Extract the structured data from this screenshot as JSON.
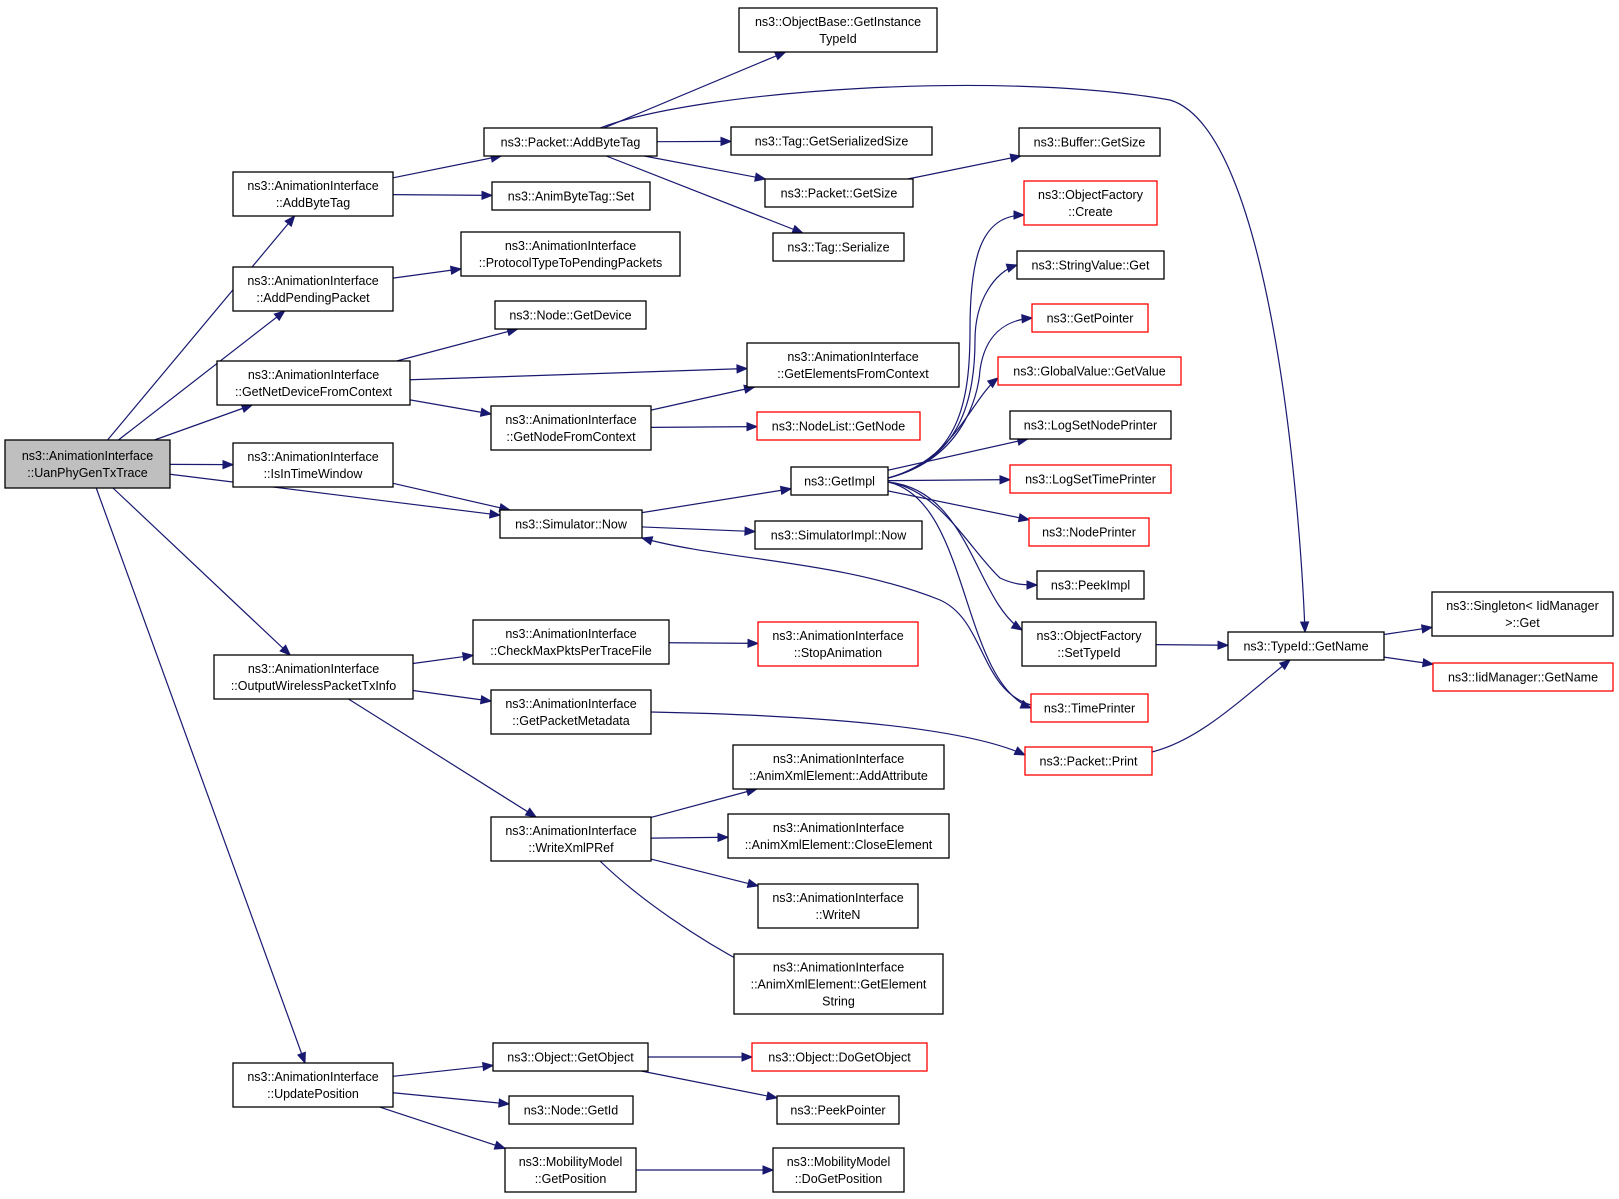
{
  "colors": {
    "edge": "#191970",
    "root_fill": "#bfbfbf",
    "border_black": "#000000",
    "border_red": "#ff0000"
  },
  "nodes": {
    "root": [
      "ns3::AnimationInterface",
      "::UanPhyGenTxTrace"
    ],
    "add_byte_tag_ai": [
      "ns3::AnimationInterface",
      "::AddByteTag"
    ],
    "add_pending_packet": [
      "ns3::AnimationInterface",
      "::AddPendingPacket"
    ],
    "get_net_device_from_context": [
      "ns3::AnimationInterface",
      "::GetNetDeviceFromContext"
    ],
    "is_in_time_window": [
      "ns3::AnimationInterface",
      "::IsInTimeWindow"
    ],
    "output_wireless_packet_tx_info": [
      "ns3::AnimationInterface",
      "::OutputWirelessPacketTxInfo"
    ],
    "update_position": [
      "ns3::AnimationInterface",
      "::UpdatePosition"
    ],
    "packet_add_byte_tag": [
      "ns3::Packet::AddByteTag"
    ],
    "anim_byte_tag_set": [
      "ns3::AnimByteTag::Set"
    ],
    "protocol_type_to_pending_packets": [
      "ns3::AnimationInterface",
      "::ProtocolTypeToPendingPackets"
    ],
    "node_get_device": [
      "ns3::Node::GetDevice"
    ],
    "get_node_from_context": [
      "ns3::AnimationInterface",
      "::GetNodeFromContext"
    ],
    "simulator_now": [
      "ns3::Simulator::Now"
    ],
    "check_max_pkts": [
      "ns3::AnimationInterface",
      "::CheckMaxPktsPerTraceFile"
    ],
    "get_packet_metadata": [
      "ns3::AnimationInterface",
      "::GetPacketMetadata"
    ],
    "write_xml_pref": [
      "ns3::AnimationInterface",
      "::WriteXmlPRef"
    ],
    "object_get_object": [
      "ns3::Object::GetObject"
    ],
    "node_get_id": [
      "ns3::Node::GetId"
    ],
    "mobility_get_position": [
      "ns3::MobilityModel",
      "::GetPosition"
    ],
    "object_base_get_instance_type_id": [
      "ns3::ObjectBase::GetInstance",
      "TypeId"
    ],
    "tag_get_serialized_size": [
      "ns3::Tag::GetSerializedSize"
    ],
    "packet_get_size": [
      "ns3::Packet::GetSize"
    ],
    "tag_serialize": [
      "ns3::Tag::Serialize"
    ],
    "get_elements_from_context": [
      "ns3::AnimationInterface",
      "::GetElementsFromContext"
    ],
    "nodelist_get_node": [
      "ns3::NodeList::GetNode"
    ],
    "get_impl": [
      "ns3::GetImpl"
    ],
    "simulator_impl_now": [
      "ns3::SimulatorImpl::Now"
    ],
    "stop_animation": [
      "ns3::AnimationInterface",
      "::StopAnimation"
    ],
    "add_attribute": [
      "ns3::AnimationInterface",
      "::AnimXmlElement::AddAttribute"
    ],
    "close_element": [
      "ns3::AnimationInterface",
      "::AnimXmlElement::CloseElement"
    ],
    "write_n": [
      "ns3::AnimationInterface",
      "::WriteN"
    ],
    "get_element_string": [
      "ns3::AnimationInterface",
      "::AnimXmlElement::GetElement",
      "String"
    ],
    "do_get_object": [
      "ns3::Object::DoGetObject"
    ],
    "peek_pointer": [
      "ns3::PeekPointer"
    ],
    "do_get_position": [
      "ns3::MobilityModel",
      "::DoGetPosition"
    ],
    "buffer_get_size": [
      "ns3::Buffer::GetSize"
    ],
    "object_factory_create": [
      "ns3::ObjectFactory",
      "::Create"
    ],
    "string_value_get": [
      "ns3::StringValue::Get"
    ],
    "get_pointer": [
      "ns3::GetPointer"
    ],
    "global_value_get_value": [
      "ns3::GlobalValue::GetValue"
    ],
    "log_set_node_printer": [
      "ns3::LogSetNodePrinter"
    ],
    "log_set_time_printer": [
      "ns3::LogSetTimePrinter"
    ],
    "node_printer": [
      "ns3::NodePrinter"
    ],
    "peek_impl": [
      "ns3::PeekImpl"
    ],
    "object_factory_set_type_id": [
      "ns3::ObjectFactory",
      "::SetTypeId"
    ],
    "time_printer": [
      "ns3::TimePrinter"
    ],
    "packet_print": [
      "ns3::Packet::Print"
    ],
    "type_id_get_name": [
      "ns3::TypeId::GetName"
    ],
    "singleton_get": [
      "ns3::Singleton< IidManager",
      ">::Get"
    ],
    "iid_manager_get_name": [
      "ns3::IidManager::GetName"
    ]
  }
}
